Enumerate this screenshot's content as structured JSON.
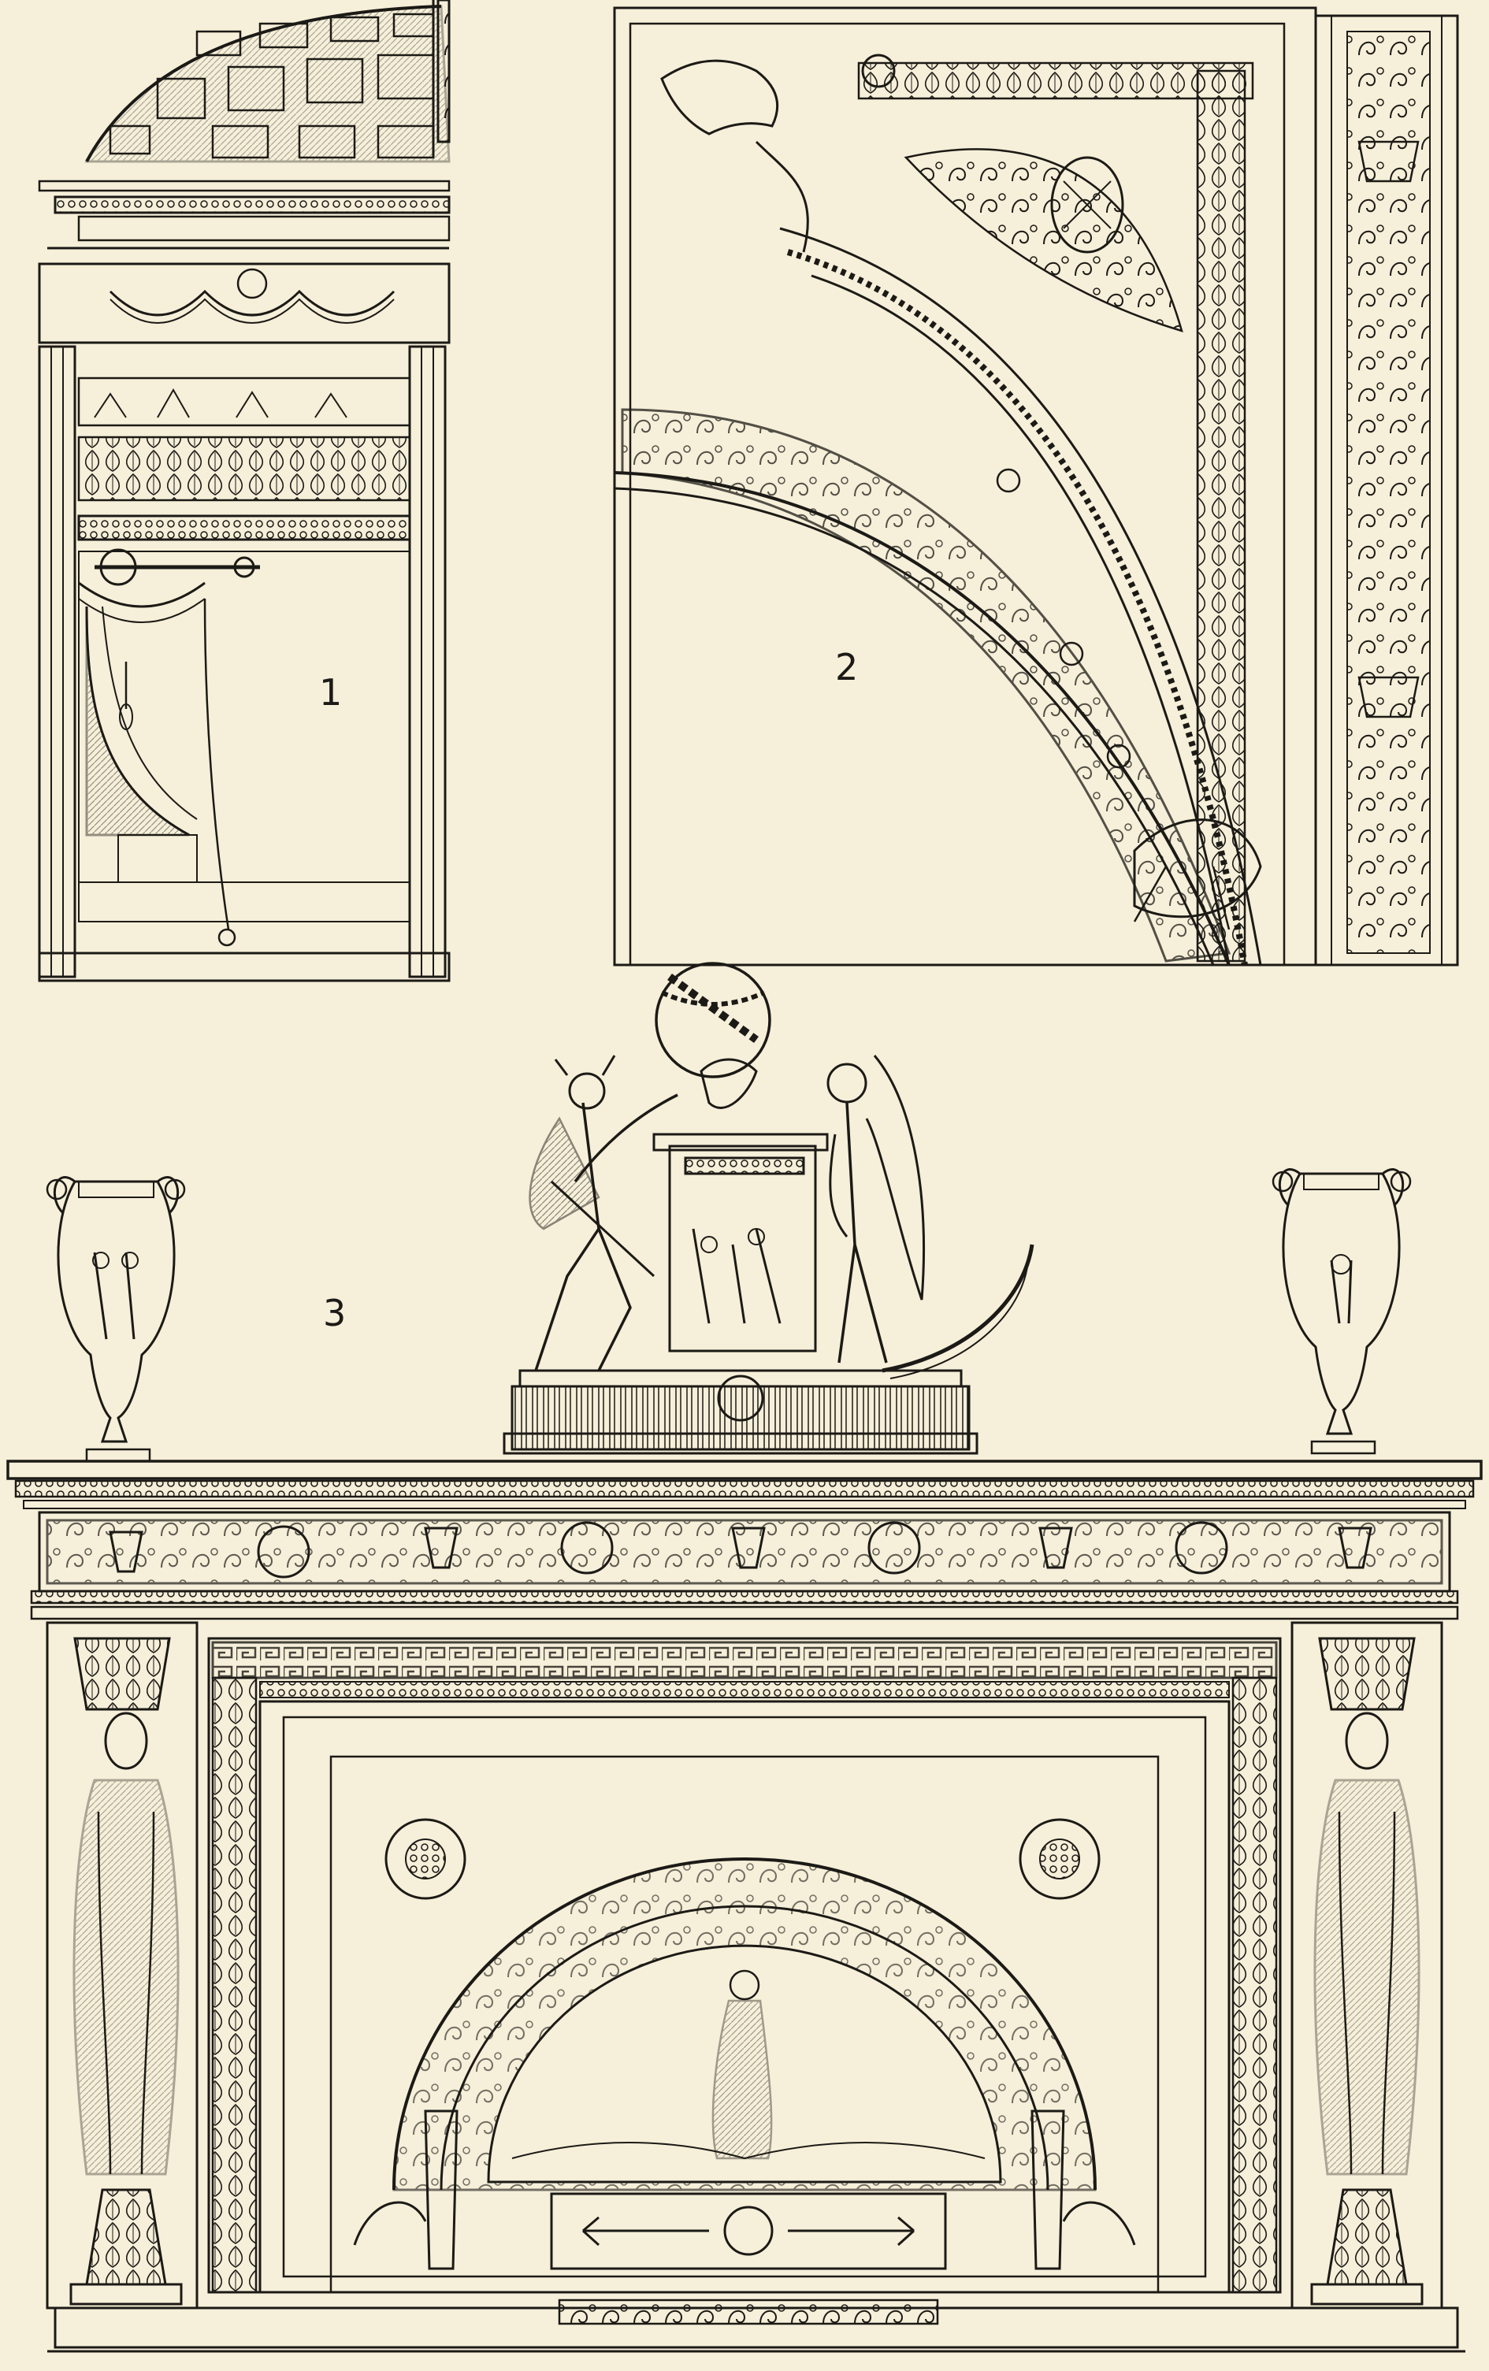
{
  "figures": [
    {
      "id": "fig1",
      "label": "1",
      "subject": "room-interior-with-draped-doorway"
    },
    {
      "id": "fig2",
      "label": "2",
      "subject": "ceiling-corner-ornament"
    },
    {
      "id": "fig3",
      "label": "3",
      "subject": "mantelpiece-with-clock-and-urns"
    }
  ],
  "colors": {
    "paper": "#f6efd9",
    "ink": "#1c1a16",
    "tone": "#d9cfb3"
  }
}
